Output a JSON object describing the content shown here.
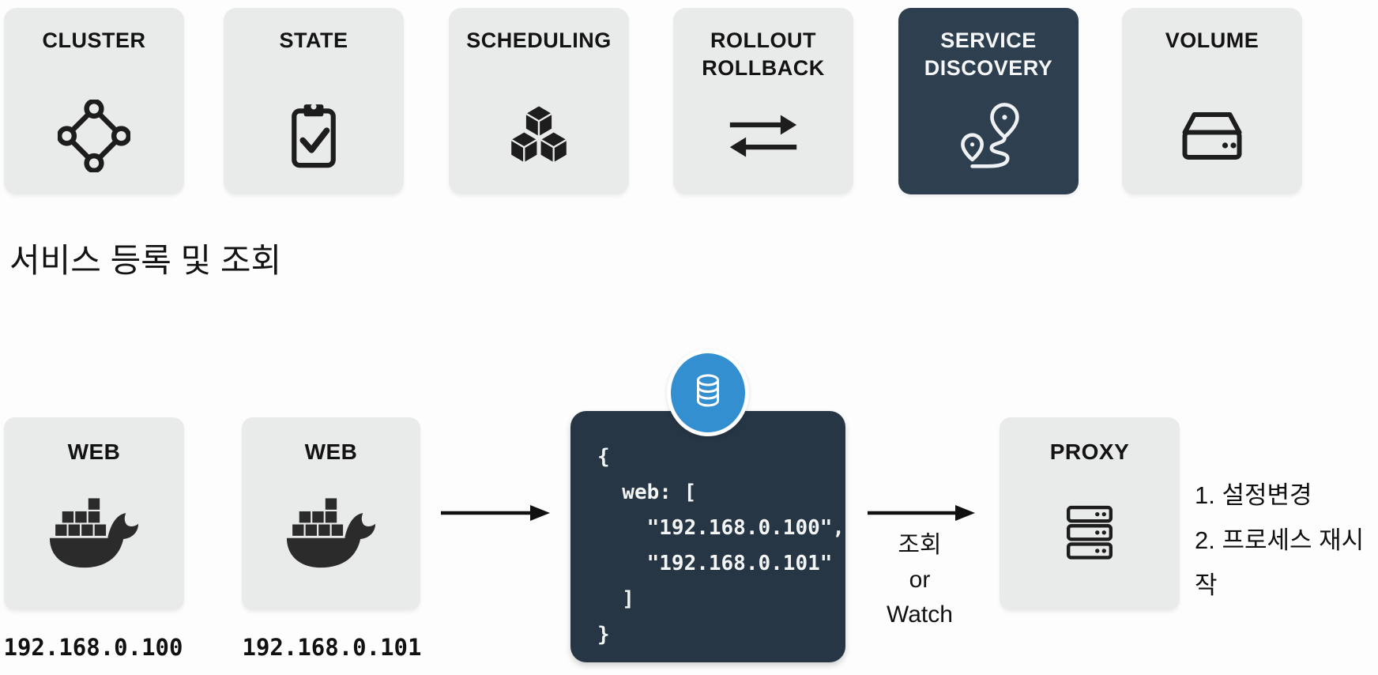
{
  "tiles": [
    {
      "lines": [
        "CLUSTER"
      ],
      "icon": "cluster-icon",
      "active": false
    },
    {
      "lines": [
        "STATE"
      ],
      "icon": "clipboard-check-icon",
      "active": false
    },
    {
      "lines": [
        "SCHEDULING"
      ],
      "icon": "cubes-icon",
      "active": false
    },
    {
      "lines": [
        "ROLLOUT",
        "ROLLBACK"
      ],
      "icon": "swap-arrows-icon",
      "active": false
    },
    {
      "lines": [
        "SERVICE",
        "DISCOVERY"
      ],
      "icon": "route-pins-icon",
      "active": true
    },
    {
      "lines": [
        "VOLUME"
      ],
      "icon": "disk-drive-icon",
      "active": false
    }
  ],
  "section_title": "서비스 등록 및 조회",
  "diagram": {
    "web_nodes": [
      {
        "label": "WEB",
        "icon": "docker-whale-icon",
        "ip": "192.168.0.100"
      },
      {
        "label": "WEB",
        "icon": "docker-whale-icon",
        "ip": "192.168.0.101"
      }
    ],
    "registry": {
      "badge_icon": "database-icon",
      "code": "{\n  web: [\n    \"192.168.0.100\",\n    \"192.168.0.101\"\n  ]\n}"
    },
    "lookup_label_lines": [
      "조회",
      "or",
      "Watch"
    ],
    "proxy_node": {
      "label": "PROXY",
      "icon": "server-stack-icon"
    },
    "notes": [
      "1. 설정변경",
      "2. 프로세스 재시작"
    ]
  },
  "colors": {
    "tile_bg": "#e9ebea",
    "active_tile_bg": "#2e3f4f",
    "code_block_bg": "#263644",
    "badge_blue": "#348fd0",
    "ink": "#131313",
    "code_text": "#f4f6f6"
  }
}
